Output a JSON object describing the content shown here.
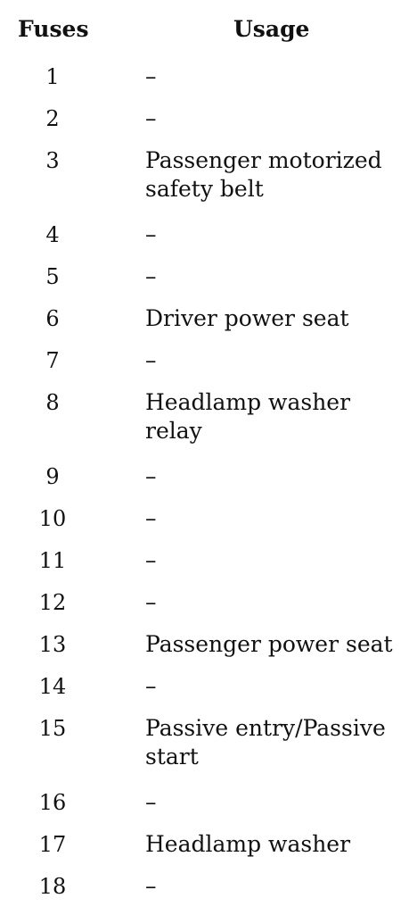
{
  "table": {
    "headers": {
      "fuses": "Fuses",
      "usage": "Usage"
    },
    "rows": [
      {
        "fuse": "1",
        "usage": "–"
      },
      {
        "fuse": "2",
        "usage": "–"
      },
      {
        "fuse": "3",
        "usage": "Passenger motorized\nsafety belt"
      },
      {
        "fuse": "4",
        "usage": "–"
      },
      {
        "fuse": "5",
        "usage": "–"
      },
      {
        "fuse": "6",
        "usage": "Driver power seat"
      },
      {
        "fuse": "7",
        "usage": "–"
      },
      {
        "fuse": "8",
        "usage": "Headlamp washer\nrelay"
      },
      {
        "fuse": "9",
        "usage": "–"
      },
      {
        "fuse": "10",
        "usage": "–"
      },
      {
        "fuse": "11",
        "usage": "–"
      },
      {
        "fuse": "12",
        "usage": "–"
      },
      {
        "fuse": "13",
        "usage": "Passenger power seat"
      },
      {
        "fuse": "14",
        "usage": "–"
      },
      {
        "fuse": "15",
        "usage": "Passive entry/Passive\nstart"
      },
      {
        "fuse": "16",
        "usage": "–"
      },
      {
        "fuse": "17",
        "usage": "Headlamp washer"
      },
      {
        "fuse": "18",
        "usage": "–"
      }
    ]
  }
}
